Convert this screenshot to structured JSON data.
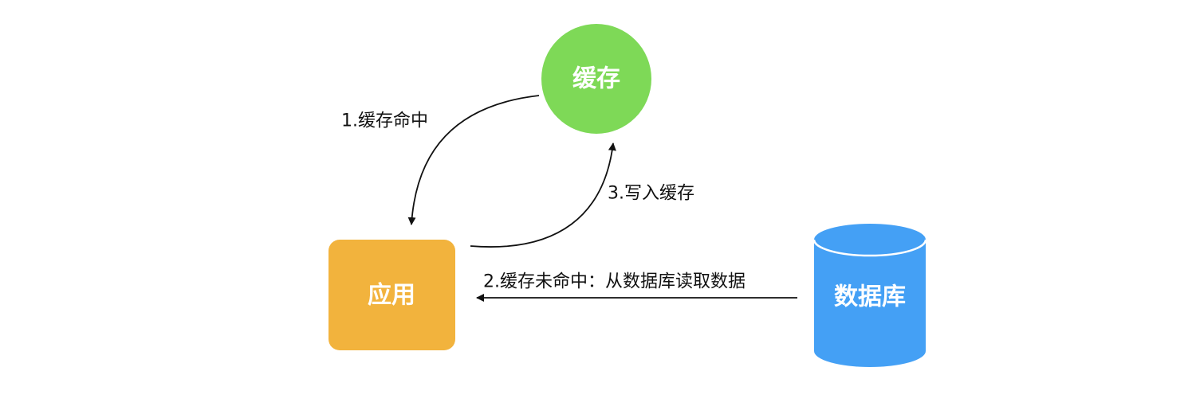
{
  "nodes": {
    "cache": {
      "label": "缓存",
      "color": "#7ed957",
      "shape": "circle"
    },
    "app": {
      "label": "应用",
      "color": "#f2b33d",
      "shape": "rounded-rectangle"
    },
    "database": {
      "label": "数据库",
      "color": "#44a0f5",
      "shape": "cylinder"
    }
  },
  "edges": {
    "cache_hit": {
      "label": "1.缓存命中",
      "from": "cache",
      "to": "app"
    },
    "cache_miss": {
      "label": "2.缓存未命中：从数据库读取数据",
      "from": "database",
      "to": "app"
    },
    "write_cache": {
      "label": "3.写入缓存",
      "from": "app",
      "to": "cache"
    }
  },
  "colors": {
    "line": "#111111",
    "text": "#111111",
    "node_text": "#ffffff"
  }
}
